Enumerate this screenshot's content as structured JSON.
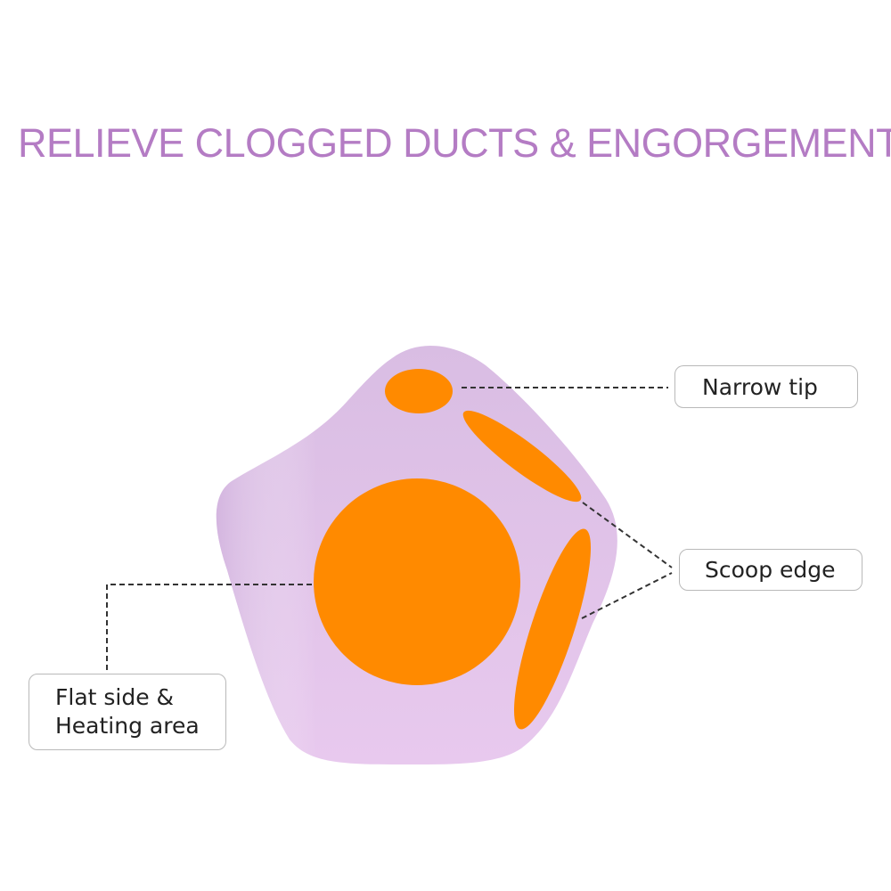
{
  "title": "RELIEVE CLOGGED DUCTS & ENGORGEMENT",
  "colors": {
    "title": "#b47cc4",
    "body_top": "#d9bde3",
    "body_bottom": "#e8c9ee",
    "highlight": "#ff8a00",
    "leader": "#333333",
    "callout_border": "#b9b9b9"
  },
  "callouts": {
    "narrow_tip": "Narrow tip",
    "scoop_edge": "Scoop edge",
    "flat_side_line1": "Flat side &",
    "flat_side_line2": "Heating area"
  },
  "icons": {
    "device": "pentagon-massager-shape",
    "highlights": [
      "narrow-tip-spot",
      "scoop-edge-spot-upper",
      "scoop-edge-spot-lower",
      "flat-side-spot"
    ]
  }
}
